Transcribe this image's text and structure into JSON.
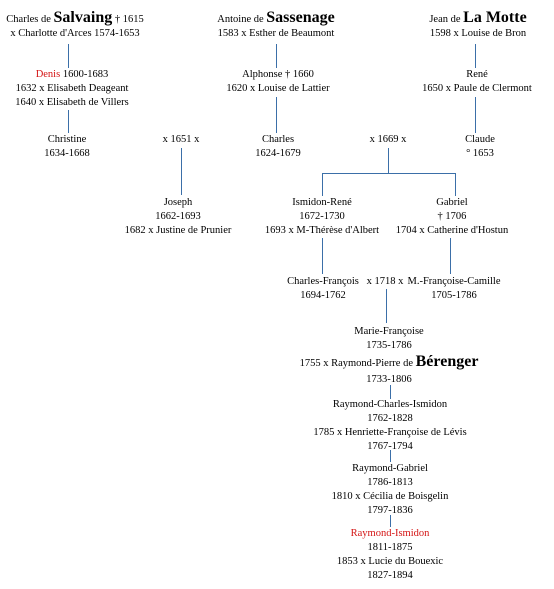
{
  "colors": {
    "line": "#3b6fa8",
    "highlight": "#d41414"
  },
  "salvaing": {
    "name_pre": "Charles de",
    "surname": "Salvaing",
    "dates": "† 1615",
    "marriage": "x Charlotte d'Arces 1574-1653",
    "son_name": "Denis",
    "son_dates": "1600-1683",
    "son_marriage_1": "1632 x Elisabeth Deageant",
    "son_marriage_2": "1640 x Elisabeth de Villers",
    "daughter_name": "Christine",
    "daughter_dates": "1634-1668",
    "union_label": "x 1651 x",
    "joseph_name": "Joseph",
    "joseph_dates": "1662-1693",
    "joseph_marriage": "1682 x Justine de Prunier"
  },
  "sassenage": {
    "name_pre": "Antoine de",
    "surname": "Sassenage",
    "marriage": "1583 x Esther de Beaumont",
    "son_name": "Alphonse",
    "son_dates": "† 1660",
    "son_marriage": "1620 x Louise de Lattier",
    "grandson_name": "Charles",
    "grandson_dates": "1624-1679"
  },
  "lamotte": {
    "name_pre": "Jean de",
    "surname": "La Motte",
    "marriage": "1598 x Louise de Bron",
    "son_name": "René",
    "son_marriage": "1650 x Paule de Clermont",
    "daughter_name": "Claude",
    "daughter_dates": "° 1653"
  },
  "union_1669": "x 1669 x",
  "ismidon": {
    "name": "Ismidon-René",
    "dates": "1672-1730",
    "marriage": "1693 x M-Thérèse d'Albert"
  },
  "gabriel": {
    "name": "Gabriel",
    "dates": "† 1706",
    "marriage": "1704 x Catherine d'Hostun"
  },
  "union_1718": "x 1718 x",
  "charles_francois": {
    "name": "Charles-François",
    "dates": "1694-1762"
  },
  "mf_camille": {
    "name": "M.-Françoise-Camille",
    "dates": "1705-1786"
  },
  "marie_francoise": {
    "name": "Marie-Françoise",
    "dates": "1735-1786",
    "marriage_pre": "1755 x Raymond-Pierre de",
    "marriage_surname": "Bérenger",
    "spouse_dates": "1733-1806"
  },
  "raymond_charles": {
    "name": "Raymond-Charles-Ismidon",
    "dates": "1762-1828",
    "marriage": "1785 x Henriette-Françoise de Lévis",
    "spouse_dates": "1767-1794"
  },
  "raymond_gabriel": {
    "name": "Raymond-Gabriel",
    "dates": "1786-1813",
    "marriage": "1810 x Cécilia de Boisgelin",
    "spouse_dates": "1797-1836"
  },
  "raymond_ismidon": {
    "name": "Raymond-Ismidon",
    "dates": "1811-1875",
    "marriage": "1853 x Lucie du Bouexic",
    "spouse_dates": "1827-1894"
  }
}
